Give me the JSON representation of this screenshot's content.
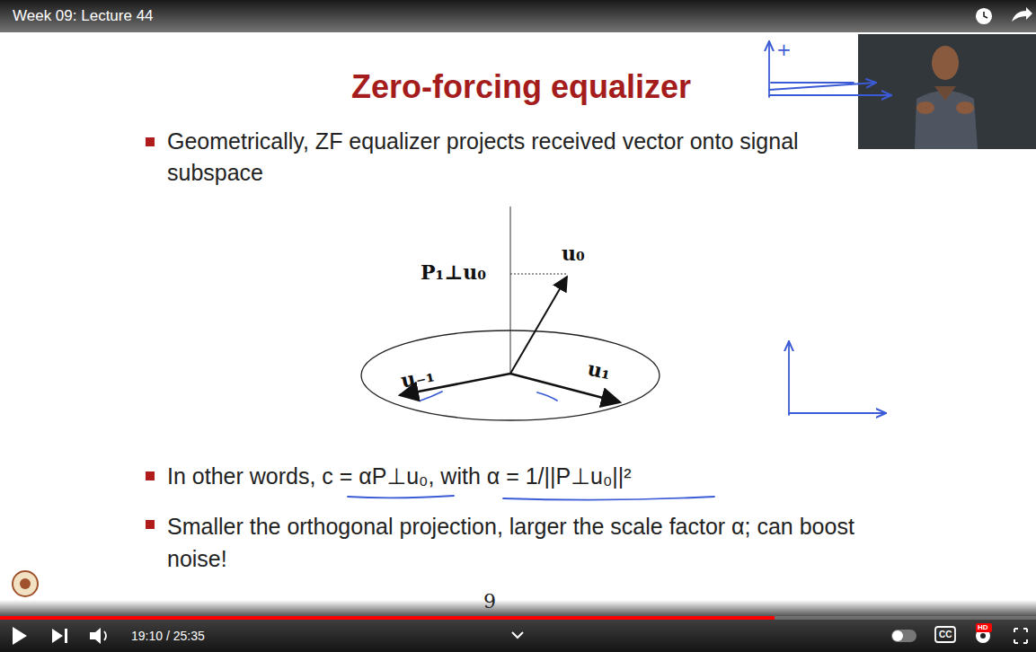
{
  "diagram": {
    "title": "Zero-forcing equalizer",
    "labels": [
      "Week 09: Lecture 44",
      "Geometrically, ZF equalizer projects received vector onto signal subspace",
      "P₁⊥u₀",
      "u₀",
      "u₋₁",
      "u₁",
      "+",
      "In other words, c = αP⊥u₀, with α = 1/||P⊥u₀||²",
      "Smaller the orthogonal projection, larger the scale factor α; can boost noise!",
      "9",
      "19:10 / 25:35",
      "CC",
      "HD"
    ]
  }
}
